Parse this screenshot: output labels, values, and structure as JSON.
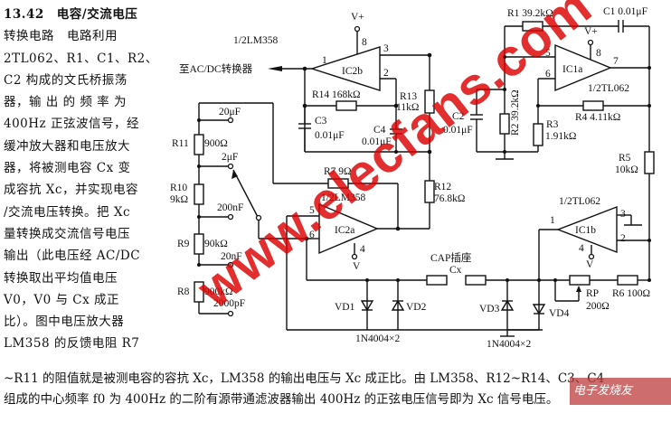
{
  "side_text": {
    "title_line": "13.42　电容/交流电压",
    "lines": [
      "转换电路　电路利用",
      "2TL062、R1、C1、R2、",
      "C2 构成的文氏桥振荡",
      "器，输 出 的 频 率 为",
      "400Hz 正弦波信号，经",
      "缓冲放大器和电压放大",
      "器，将被测电容 Cx 变",
      "成容抗 Xc，并实现电容",
      "/交流电压转换。把 Xc",
      "量转换成交流信号电压",
      "输出（此电压经 AC/DC",
      "转换取出平均值电压",
      "V0，V0 与 Cx 成正",
      "比）。图中电压放大器",
      "LM358 的反馈电阻 R7"
    ]
  },
  "bottom_text": [
    "~R11 的阻值就是被测电容的容抗 Xc，LM358 的输出电压与 Xc 成正比。由 LM358、R12~R14、C3、C4",
    "组成的中心频率 f0 为 400Hz 的二阶有源带通滤波器输出 400Hz 的正弦电压信号即为 Xc 信号电压。"
  ],
  "schematic": {
    "ic2b": {
      "name": "IC2b",
      "part": "1/2LM358",
      "pins": [
        "1",
        "2",
        "3",
        "8"
      ],
      "supply": "V+",
      "output_label": "至AC/DC转换器"
    },
    "ic2a": {
      "name": "IC2a",
      "part": "1/2LM358",
      "pins": [
        "5",
        "6",
        "4"
      ],
      "supply": "V"
    },
    "ic1a": {
      "name": "IC1a",
      "part": "1/2TL062",
      "pins": [
        "5",
        "6",
        "7",
        "8"
      ],
      "supply": "V+"
    },
    "ic1b": {
      "name": "IC1b",
      "part": "1/2TL062",
      "pins": [
        "1",
        "2",
        "3",
        "4"
      ],
      "supply": "V"
    },
    "resistors": {
      "R1": "R1 39.2kΩ",
      "R2": "R2 39.2kΩ",
      "R3": "R3",
      "R3v": "1.91kΩ",
      "R4": "R4 4.11kΩ",
      "R5": "R5",
      "R5v": "10kΩ",
      "R6": "R6 100Ω",
      "R7": "R7 9Ω",
      "R8": "R8",
      "R8v": "900kΩ",
      "R9": "R9",
      "R9v": "90kΩ",
      "R10": "R10",
      "R10v": "9kΩ",
      "R11": "R11",
      "R11v": "900Ω",
      "R12": "R12",
      "R12v": "76.8kΩ",
      "R13": "R13",
      "R13v": "11kΩ",
      "R14": "R14 168kΩ",
      "RP": "RP",
      "RPv": "200Ω"
    },
    "capacitors": {
      "C1": "C1 0.01μF",
      "C2": "C2",
      "C2v": "0.01μF",
      "C3": "C3",
      "C3v": "0.01μF",
      "C4": "C4",
      "C4v": "0.01μF"
    },
    "range_switch": [
      "20μF",
      "2μF",
      "200nF",
      "20nF",
      "2000pF"
    ],
    "diodes": {
      "VD1": "VD1",
      "VD2": "VD2",
      "VD3": "VD3",
      "VD4": "VD4",
      "pair1": "1N4004×2",
      "pair2": "1N4004×2"
    },
    "cap_socket": {
      "label": "CAP插座",
      "cx": "Cx"
    }
  },
  "watermark": "www.elecfans.com",
  "logo": "电子发烧友 elecfans.com"
}
